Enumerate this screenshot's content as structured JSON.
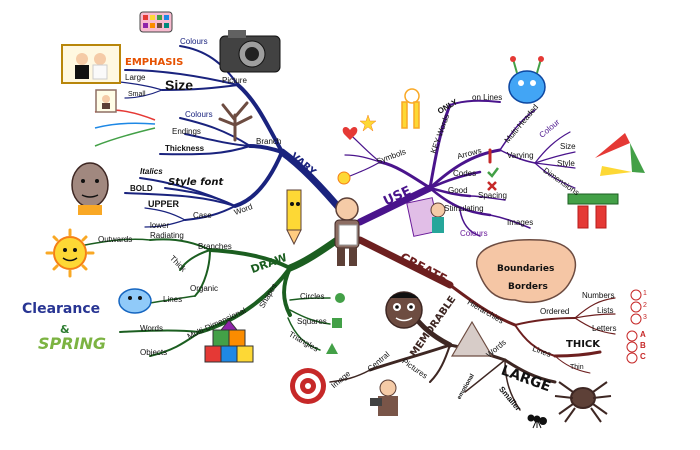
{
  "center": {
    "vary": "VARY",
    "use": "USE",
    "draw": "DRAW",
    "create": "CREATE",
    "memorable": "MEMORABLE"
  },
  "vary_branch": {
    "picture": "Picture",
    "colours": "Colours",
    "emphasis": "EMPHASIS",
    "size": "Size",
    "large": "Large",
    "small": "Small",
    "branch": "Branch",
    "colours2": "Colours",
    "endings": "Endings",
    "thickness": "Thickness",
    "word": "Word",
    "italics": "Italics",
    "style_font": "Style font",
    "bold": "BOLD",
    "case": "Case",
    "upper": "UPPER",
    "lower": "lower"
  },
  "draw_branch": {
    "branches": "Branches",
    "radiating": "Radiating",
    "outwards": "Outwards",
    "thick": "Thick",
    "organic": "Organic",
    "lines": "Lines",
    "multi_dimensional": "Multi-Dimensional",
    "words": "Words",
    "objects": "Objects",
    "clearance": "Clearance",
    "and": "&",
    "spring": "SPRING",
    "shapes": "Shapes",
    "circles": "Circles",
    "squares": "Squares",
    "triangles": "Triangles"
  },
  "use_branch": {
    "symbols": "Symbols",
    "key_words": "KEY Words",
    "only": "ONLY",
    "on_lines": "on Lines",
    "arrows": "Arrows",
    "multi_headed": "Multi-Headed",
    "varying": "Varying",
    "colour": "Colour",
    "size": "Size",
    "style": "Style",
    "dimensions": "Dimensions",
    "codes": "Codes",
    "good": "Good",
    "spacing": "Spacing",
    "stimulating": "Stimulating",
    "images": "Images",
    "colours": "Colours"
  },
  "create_branch": {
    "boundaries": "Boundaries",
    "borders": "Borders",
    "hierarchies": "Hierarchies",
    "ordered": "Ordered",
    "numbers": "Numbers",
    "lists": "Lists",
    "letters": "Letters",
    "n1": "1",
    "n2": "2",
    "n3": "3",
    "la": "A",
    "lb": "B",
    "lc": "C",
    "lines": "Lines",
    "thick": "THICK",
    "thin": "Thin"
  },
  "memorable_branch": {
    "central": "Central",
    "image": "Image",
    "pictures": "Pictures",
    "words": "Words",
    "emotional": "emotional",
    "large": "LARGE",
    "smaller": "Smaller"
  },
  "colors": {
    "vary": "#1a237e",
    "use": "#4a148c",
    "draw": "#1b5e20",
    "create": "#6d1f1f",
    "accent_green": "#2e7d32",
    "accent_red": "#c62828"
  }
}
